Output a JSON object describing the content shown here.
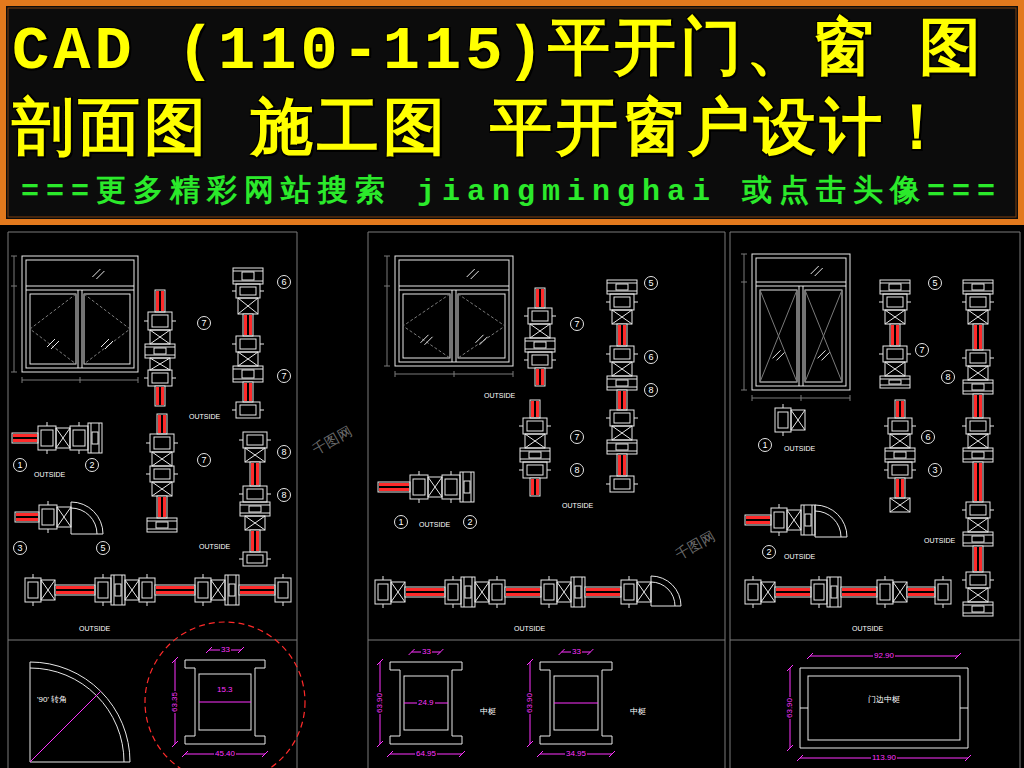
{
  "diagram": {
    "title": "CAD (110-115)平开门、窗 图 剖面图 施工图 平开窗户设计！",
    "nodes": [
      {
        "text": [
          "6"
        ]
      },
      {
        "text": [
          "7"
        ]
      },
      {
        "text": [
          "7"
        ]
      },
      {
        "text": [
          "8"
        ]
      },
      {
        "text": [
          "7"
        ]
      },
      {
        "text": [
          "8"
        ]
      },
      {
        "text": [
          "1"
        ]
      },
      {
        "text": [
          "2"
        ]
      },
      {
        "text": [
          "3"
        ]
      },
      {
        "text": [
          "5"
        ]
      },
      {
        "text": [
          "5"
        ]
      },
      {
        "text": [
          "7"
        ]
      },
      {
        "text": [
          "6"
        ]
      },
      {
        "text": [
          "8"
        ]
      },
      {
        "text": [
          "7"
        ]
      },
      {
        "text": [
          "8"
        ]
      },
      {
        "text": [
          "1"
        ]
      },
      {
        "text": [
          "2"
        ]
      },
      {
        "text": [
          "5"
        ]
      },
      {
        "text": [
          "7"
        ]
      },
      {
        "text": [
          "8"
        ]
      },
      {
        "text": [
          "6"
        ]
      },
      {
        "text": [
          "3"
        ]
      },
      {
        "text": [
          "1"
        ]
      },
      {
        "text": [
          "2"
        ]
      }
    ],
    "labels": [
      "===更多精彩网站搜索 jiangminghai 或点击头像===",
      "OUTSIDE",
      "OUTSIDE",
      "OUTSIDE",
      "OUTSIDE",
      "OUTSIDE",
      "OUTSIDE",
      "OUTSIDE",
      "OUTSIDE",
      "OUTSIDE",
      "OUTSIDE",
      "OUTSIDE",
      "OUTSIDE",
      "'90' 转角",
      "33",
      "15.3",
      "45.40",
      "63.35",
      "33",
      "24.9",
      "63.90",
      "64.95",
      "中梃",
      "33",
      "34.95",
      "63.90",
      "中梃",
      "92.90",
      "门边中梃",
      "113.90",
      "63.90",
      "千图网",
      "千图网"
    ]
  }
}
